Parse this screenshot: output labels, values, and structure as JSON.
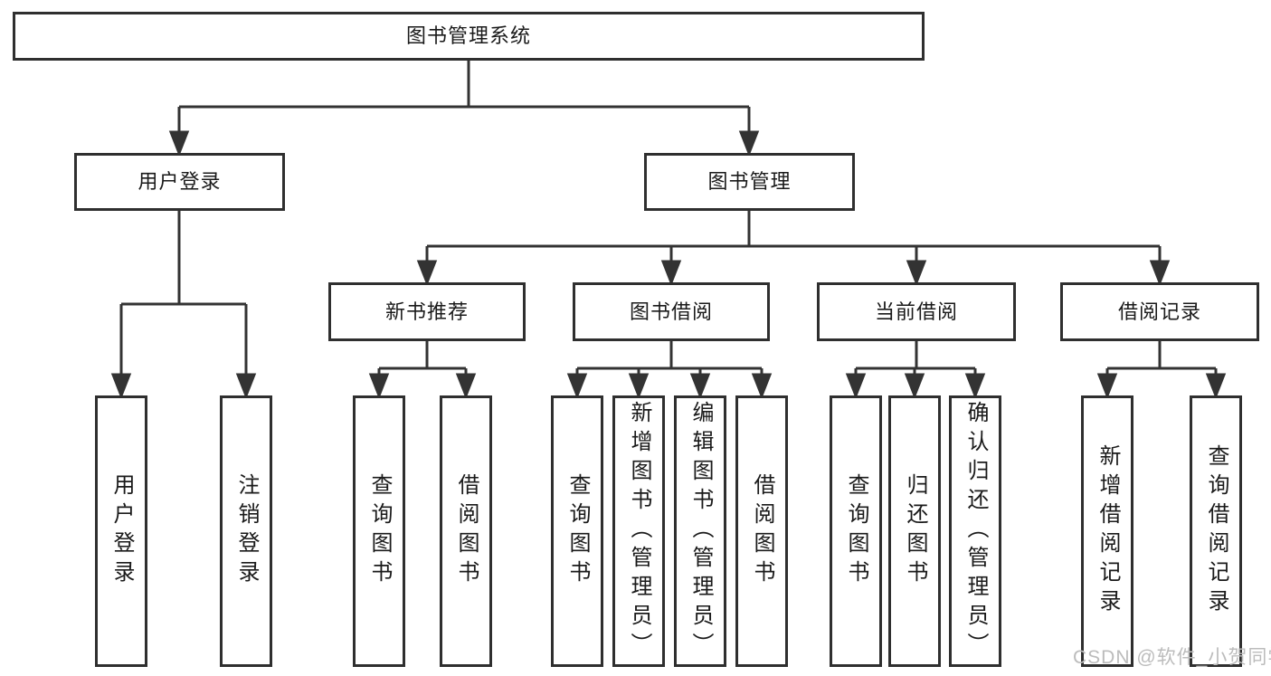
{
  "diagram": {
    "type": "tree",
    "title": "图书管理系统",
    "nodes": {
      "root": {
        "label": "图书管理系统"
      },
      "user_login": {
        "label": "用户登录"
      },
      "book_mgmt": {
        "label": "图书管理"
      },
      "new_book_rec": {
        "label": "新书推荐"
      },
      "book_borrow": {
        "label": "图书借阅"
      },
      "current_borrow": {
        "label": "当前借阅"
      },
      "borrow_record": {
        "label": "借阅记录"
      },
      "leaf_user_login": {
        "label": "用户登录"
      },
      "leaf_logout": {
        "label": "注销登录"
      },
      "rec_query_book": {
        "label": "查询图书"
      },
      "rec_borrow_book": {
        "label": "借阅图书"
      },
      "bb_query_book": {
        "label": "查询图书"
      },
      "bb_add_book": {
        "label": "新增图书（管理员）"
      },
      "bb_edit_book": {
        "label": "编辑图书（管理员）"
      },
      "bb_borrow_book": {
        "label": "借阅图书"
      },
      "cb_query_book": {
        "label": "查询图书"
      },
      "cb_return_book": {
        "label": "归还图书"
      },
      "cb_confirm_return": {
        "label": "确认归还（管理员）"
      },
      "br_add_record": {
        "label": "新增借阅记录"
      },
      "br_query_record": {
        "label": "查询借阅记录"
      }
    },
    "hierarchy": {
      "root": [
        "user_login",
        "book_mgmt"
      ],
      "user_login": [
        "leaf_user_login",
        "leaf_logout"
      ],
      "book_mgmt": [
        "new_book_rec",
        "book_borrow",
        "current_borrow",
        "borrow_record"
      ],
      "new_book_rec": [
        "rec_query_book",
        "rec_borrow_book"
      ],
      "book_borrow": [
        "bb_query_book",
        "bb_add_book",
        "bb_edit_book",
        "bb_borrow_book"
      ],
      "current_borrow": [
        "cb_query_book",
        "cb_return_book",
        "cb_confirm_return"
      ],
      "borrow_record": [
        "br_add_record",
        "br_query_record"
      ]
    },
    "watermark": {
      "text": "CSDN @软件_小贺同学",
      "color": "#bcbcbc"
    },
    "colors": {
      "line": "#333333",
      "box_border": "#2f2f2f",
      "box_fill": "#ffffff",
      "text": "#1a1a1a",
      "background": "#ffffff"
    }
  }
}
